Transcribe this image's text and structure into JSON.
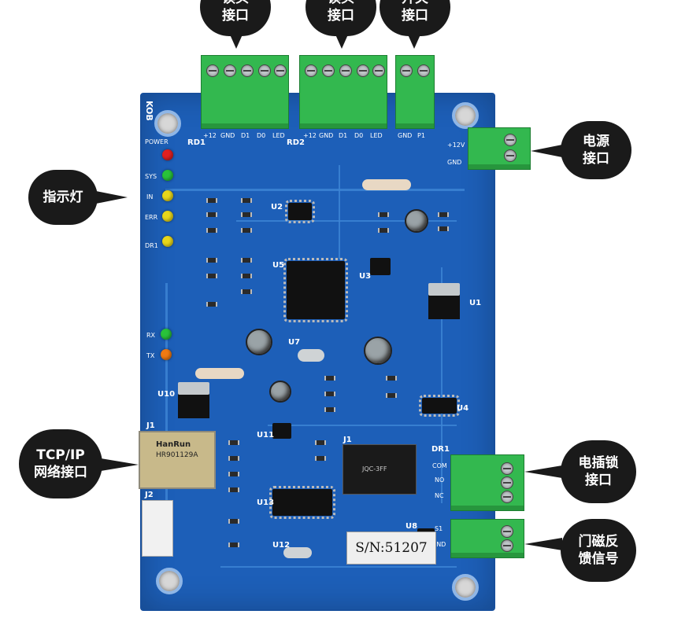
{
  "callouts": {
    "top_left": [
      "读头",
      "接口"
    ],
    "top_mid": [
      "读头",
      "接口"
    ],
    "top_right": [
      "开关",
      "接口"
    ],
    "left_led": [
      "指示灯"
    ],
    "power": [
      "电源",
      "接口"
    ],
    "network": [
      "TCP/IP",
      "网络接口"
    ],
    "lock": [
      "电插锁",
      "接口"
    ],
    "door": [
      "门磁反",
      "馈信号"
    ]
  },
  "board": {
    "brand": "KOB",
    "serial": "S/N:51207",
    "rj45_brand": "HanRun",
    "rj45_part": "HR901129A",
    "relay_brand": "JQC-3FF",
    "led_labels": [
      "POWER",
      "SYS",
      "IN",
      "ERR",
      "DR1",
      "RX",
      "TX"
    ],
    "reader1_pins": [
      "+12",
      "GND",
      "D1",
      "D0",
      "LED"
    ],
    "reader2_pins": [
      "+12",
      "GND",
      "D1",
      "D0",
      "LED"
    ],
    "switch_pins": [
      "GND",
      "P1"
    ],
    "power_pins": [
      "+12V",
      "GND"
    ],
    "lock_pins": [
      "COM",
      "NO",
      "NC"
    ],
    "door_pins": [
      "S1",
      "GND"
    ],
    "ref_labels": {
      "rd1": "RD1",
      "rd2": "RD2",
      "u1": "U1",
      "u2": "U2",
      "u3": "U3",
      "u4": "U4",
      "u5": "U5",
      "u7": "U7",
      "u8": "U8",
      "u10": "U10",
      "u11": "U11",
      "u12": "U12",
      "u13": "U13",
      "j1": "J1",
      "j2": "J2",
      "dr1": "DR1"
    }
  },
  "colors": {
    "pcb": "#1d5fb8",
    "terminal": "#33b84f",
    "bubble": "#1a1a1a",
    "led_red": "#e02020",
    "led_green": "#29c23a",
    "led_yellow": "#e8d61a",
    "led_orange": "#f07a12"
  }
}
